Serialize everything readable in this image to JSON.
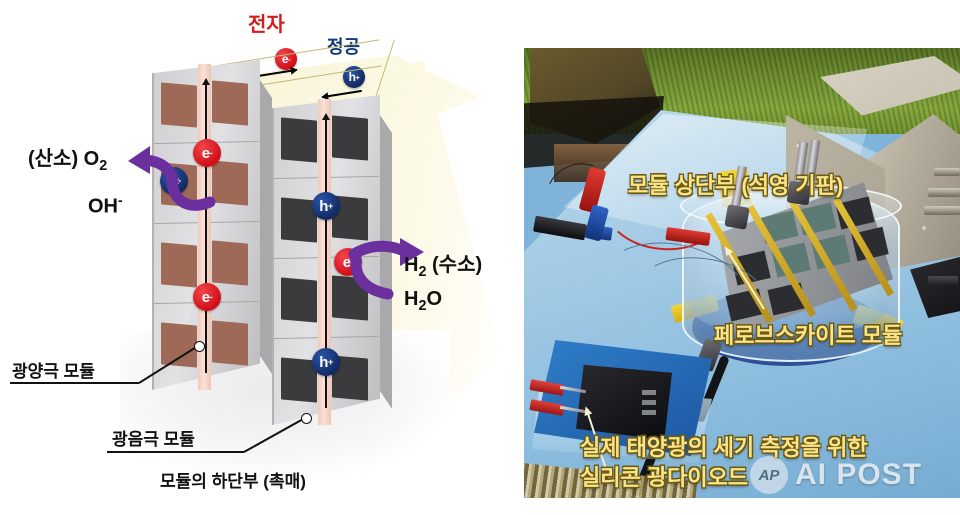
{
  "schematic": {
    "top_labels": {
      "electron": "전자",
      "hole": "정공"
    },
    "carriers": {
      "electron_symbol": "e",
      "electron_charge": "-",
      "hole_symbol": "h",
      "hole_charge": "+"
    },
    "reaction_labels": {
      "oxygen": "(산소) O",
      "oxygen_sub": "2",
      "hydroxide": "OH",
      "hydroxide_sup": "-",
      "hydrogen": "H",
      "hydrogen_sub": "2",
      "hydrogen_name": " (수소)",
      "water": "H",
      "water_sub": "2",
      "water_o": "O"
    },
    "callouts": {
      "photoanode": "광양극 모듈",
      "photocathode": "광음극 모듈",
      "bottom": "모듈의 하단부 (촉매)"
    },
    "colors": {
      "electron_red": "#d61b1b",
      "hole_navy": "#123a7a",
      "anode_panel": "#9e6a57",
      "cathode_panel": "#3b3b3d",
      "frame_grey": "#c9c9cb",
      "purple_arrow": "#6b2f9e",
      "light_sheet": "#faf6dc"
    },
    "module_grid": {
      "rows": 4,
      "cols": 2
    }
  },
  "photo": {
    "captions": {
      "top_module": "모듈 상단부 (석영 기판)",
      "perovskite_module": "페로브스카이트 모듈",
      "photodiode_line1": "실제 태양광의 세기 측정을 위한",
      "photodiode_line2": "실리콘 광다이오드"
    },
    "caption_color": "#fbe38a"
  },
  "watermark": {
    "logo_text": "AP",
    "text": "AI POST"
  }
}
